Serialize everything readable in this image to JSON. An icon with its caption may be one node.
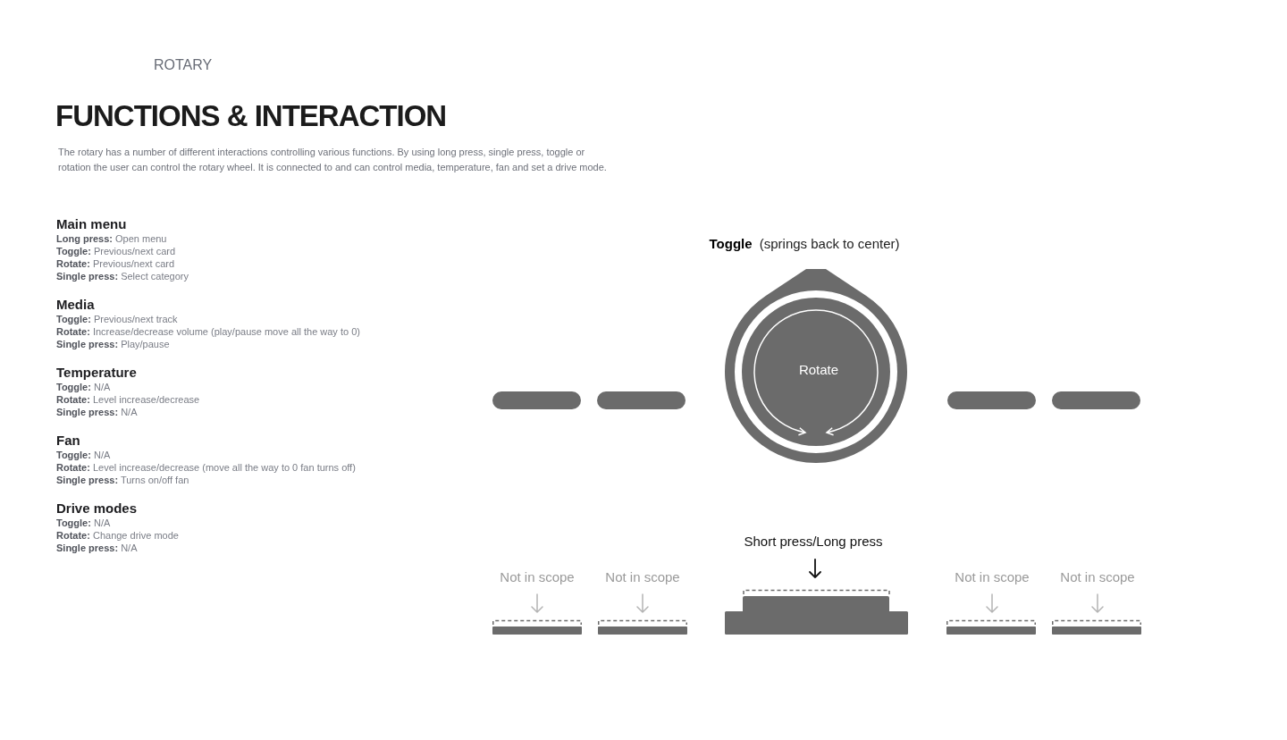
{
  "diagram": {
    "title": "FUNCTIONS & INTERACTION",
    "nodes": [
      {
        "text": [
          "Rotate"
        ],
        "beside": [
          "**Toggle** (springs back to center)"
        ]
      }
    ],
    "labels": [
      "ROTARY",
      "The rotary has a number of different interactions controlling various functions. By using long press, single press, toggle or rotation the user can control the rotary wheel. It is connected to and can control media, temperature, fan and set a drive mode.",
      "Main menu",
      "**Long press:** Open menu",
      "**Toggle:** Previous/next card",
      "**Rotate:** Previous/next card",
      "**Single press:** Select category",
      "Media",
      "**Toggle:** Previous/next track",
      "**Rotate:** Increase/decrease volume (play/pause move all the way to 0)",
      "**Single press:** Play/pause",
      "Temperature",
      "**Toggle:** N/A",
      "**Rotate:** Level increase/decrease",
      "**Single press:** N/A",
      "Fan",
      "**Toggle:** N/A",
      "**Rotate:** Level increase/decrease (move all the way to 0 fan turns off)",
      "**Single press:** Turns on/off fan",
      "Drive modes",
      "**Toggle:** N/A",
      "**Rotate:** Change drive mode",
      "**Single press:** N/A",
      "Short press/Long press",
      "Not in scope",
      "Not in scope",
      "Not in scope",
      "Not in scope"
    ]
  }
}
